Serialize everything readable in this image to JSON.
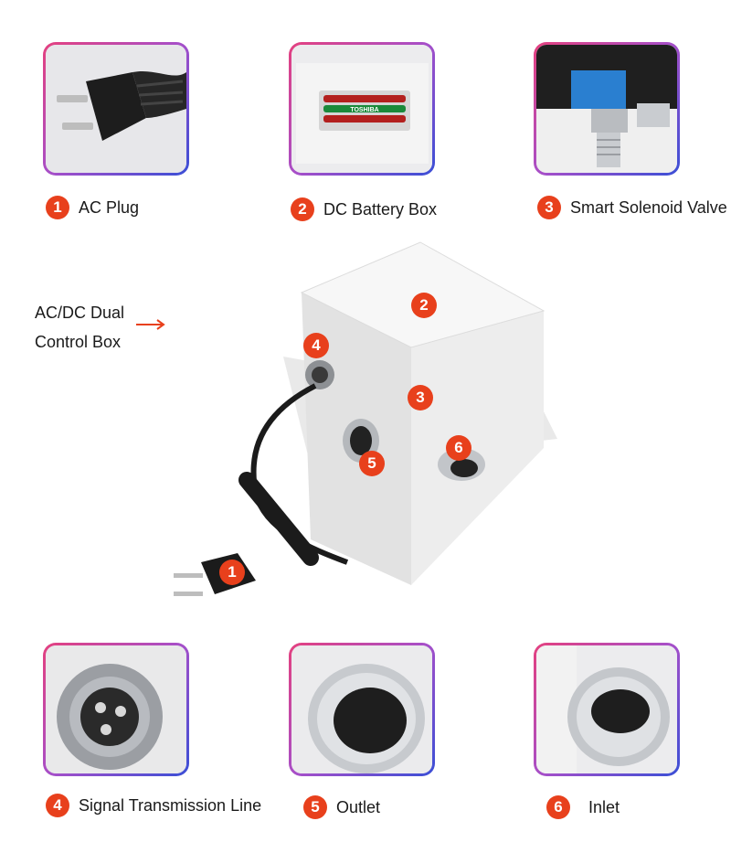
{
  "components": [
    {
      "number": "1",
      "label": "AC Plug",
      "icon": "plug-icon"
    },
    {
      "number": "2",
      "label": "DC Battery Box",
      "icon": "battery-box-icon"
    },
    {
      "number": "3",
      "label": "Smart Solenoid Valve",
      "icon": "solenoid-valve-icon"
    },
    {
      "number": "4",
      "label": "Signal Transmission Line",
      "icon": "connector-icon"
    },
    {
      "number": "5",
      "label": "Outlet",
      "icon": "outlet-thread-icon"
    },
    {
      "number": "6",
      "label": "Inlet",
      "icon": "inlet-thread-icon"
    }
  ],
  "control_box": {
    "label_line1": "AC/DC Dual",
    "label_line2": "Control Box",
    "arrow": "→"
  },
  "battery_brand": "TOSHIBA",
  "colors": {
    "badge": "#e8401c",
    "card_border_start": "#e4417f",
    "card_border_end": "#3a4fd6"
  }
}
